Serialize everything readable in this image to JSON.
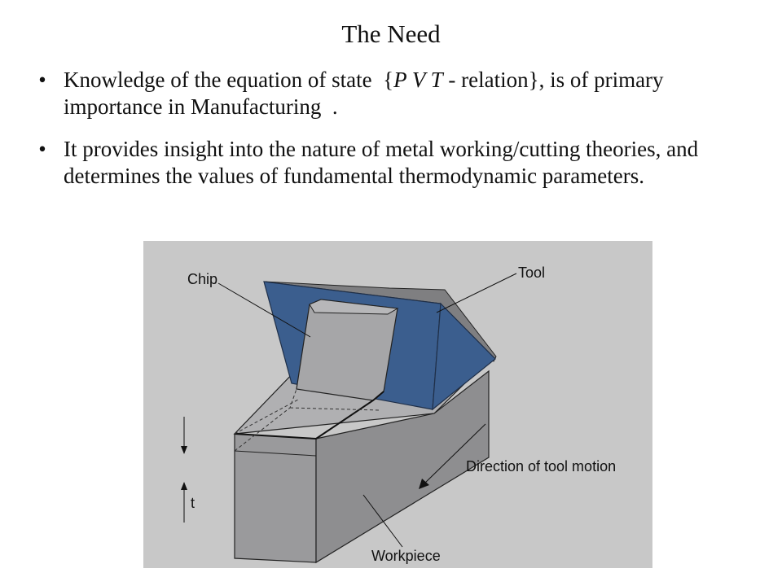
{
  "slide": {
    "title": "The Need",
    "bullets": [
      {
        "before": "Knowledge of the equation of state",
        "math_open": "{",
        "math": "P V T",
        "math_rest": " - relation",
        "math_close": "}",
        "after": ", is of primary importance in Manufacturing",
        "end": "."
      },
      {
        "text": "It provides insight into the nature of metal working/cutting theories, and determines the values of fundamental thermodynamic parameters."
      }
    ]
  },
  "figure": {
    "labels": {
      "chip": "Chip",
      "tool": "Tool",
      "direction": "Direction of tool motion",
      "thickness": "t",
      "workpiece": "Workpiece"
    },
    "colors": {
      "background": "#c8c8c8",
      "tool": "#3b5e8e",
      "workpiece_front": "#9a9a9c",
      "workpiece_top": "#b0b0b2",
      "chip": "#a6a6a8"
    }
  }
}
